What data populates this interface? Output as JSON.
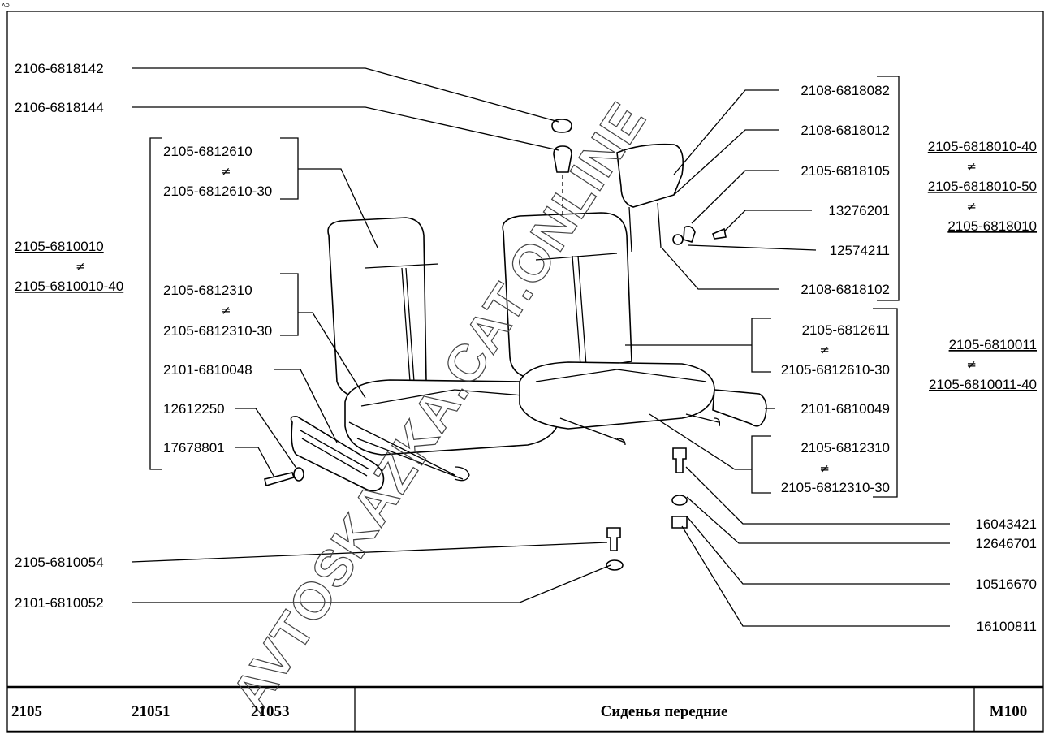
{
  "corner_mark": "AD",
  "watermark": "AVTOSKAZKA.CAT.ONLINE",
  "neq": "≠",
  "left_labels": {
    "p1": "2106-6818142",
    "p2": "2106-6818144",
    "p3a": "2105-6812610",
    "p3b": "2105-6812610-30",
    "asm_a": "2105-6810010",
    "asm_b": "2105-6810010-40",
    "p4a": "2105-6812310",
    "p4b": "2105-6812310-30",
    "p5": "2101-6810048",
    "p6": "12612250",
    "p7": "17678801",
    "p8": "2105-6810054",
    "p9": "2101-6810052"
  },
  "right_labels": {
    "h1": "2108-6818082",
    "h2": "2108-6818012",
    "h3": "2105-6818105",
    "h4": "13276201",
    "h5": "12574211",
    "h6": "2108-6818102",
    "hasm_a": "2105-6818010-40",
    "hasm_b": "2105-6818010-50",
    "hasm_c": "2105-6818010",
    "r1a": "2105-6812611",
    "r1b": "2105-6812610-30",
    "r2": "2101-6810049",
    "r3a": "2105-6812310",
    "r3b": "2105-6812310-30",
    "rasm_a": "2105-6810011",
    "rasm_b": "2105-6810011-40",
    "b1": "16043421",
    "b2": "12646701",
    "b3": "10516670",
    "b4": "16100811"
  },
  "footer": {
    "models": [
      "2105",
      "21051",
      "21053"
    ],
    "title": "Сиденья передние",
    "code": "M100"
  }
}
